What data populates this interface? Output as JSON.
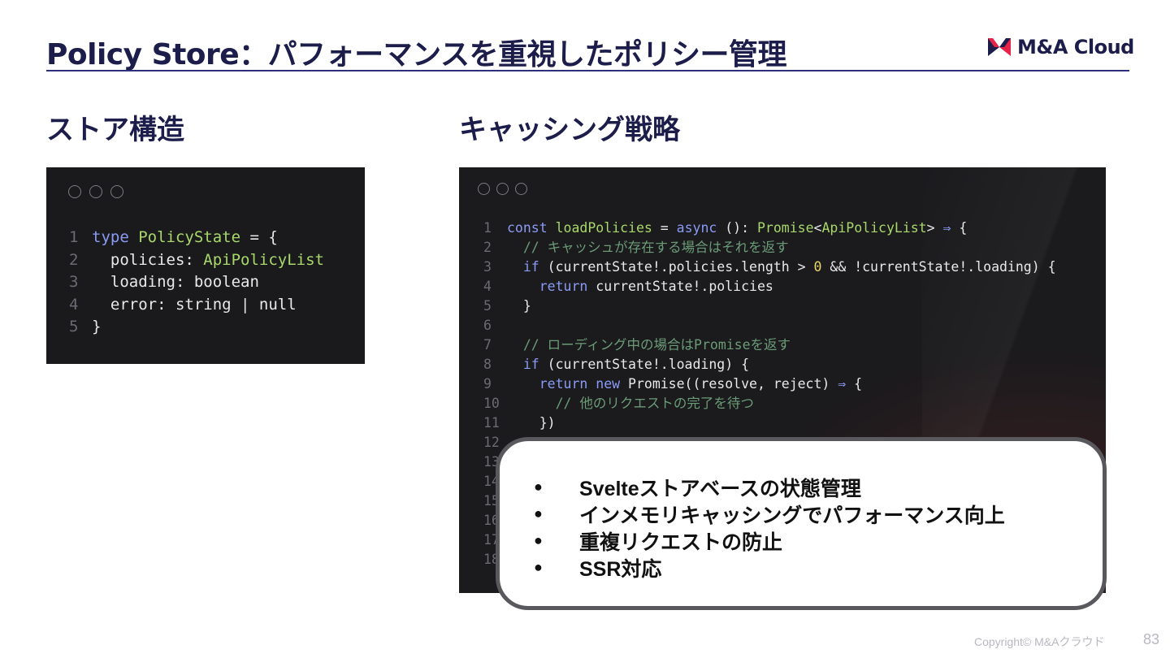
{
  "slide": {
    "title": "Policy Store：パフォーマンスを重視したポリシー管理",
    "logo_text": "M&A Cloud",
    "left_heading": "ストア構造",
    "right_heading": "キャッシング戦略",
    "copyright": "Copyright© M&Aクラウド",
    "page_number": "83"
  },
  "left_code": [
    {
      "n": "1",
      "parts": [
        [
          "kw",
          "type "
        ],
        [
          "ty",
          "PolicyState"
        ],
        [
          "fn",
          " = {"
        ]
      ]
    },
    {
      "n": "2",
      "parts": [
        [
          "fn",
          "  policies: "
        ],
        [
          "ty",
          "ApiPolicyList"
        ]
      ]
    },
    {
      "n": "3",
      "parts": [
        [
          "fn",
          "  loading: boolean"
        ]
      ]
    },
    {
      "n": "4",
      "parts": [
        [
          "fn",
          "  error: string | null"
        ]
      ]
    },
    {
      "n": "5",
      "parts": [
        [
          "fn",
          "}"
        ]
      ]
    }
  ],
  "right_code": [
    {
      "n": "1",
      "parts": [
        [
          "kw",
          "const "
        ],
        [
          "ty",
          "loadPolicies"
        ],
        [
          "fn",
          " = "
        ],
        [
          "kw",
          "async"
        ],
        [
          "fn",
          " (): "
        ],
        [
          "ty",
          "Promise"
        ],
        [
          "fn",
          "<"
        ],
        [
          "ty",
          "ApiPolicyList"
        ],
        [
          "fn",
          "> "
        ],
        [
          "op",
          "⇒"
        ],
        [
          "fn",
          " {"
        ]
      ]
    },
    {
      "n": "2",
      "parts": [
        [
          "cm",
          "  // キャッシュが存在する場合はそれを返す"
        ]
      ]
    },
    {
      "n": "3",
      "parts": [
        [
          "kw",
          "  if"
        ],
        [
          "fn",
          " (currentState!.policies.length > "
        ],
        [
          "num",
          "0"
        ],
        [
          "fn",
          " && !currentState!.loading) {"
        ]
      ]
    },
    {
      "n": "4",
      "parts": [
        [
          "kw",
          "    return"
        ],
        [
          "fn",
          " currentState!.policies"
        ]
      ]
    },
    {
      "n": "5",
      "parts": [
        [
          "fn",
          "  }"
        ]
      ]
    },
    {
      "n": "6",
      "parts": [
        [
          "fn",
          ""
        ]
      ]
    },
    {
      "n": "7",
      "parts": [
        [
          "cm",
          "  // ローディング中の場合はPromiseを返す"
        ]
      ]
    },
    {
      "n": "8",
      "parts": [
        [
          "kw",
          "  if"
        ],
        [
          "fn",
          " (currentState!.loading) {"
        ]
      ]
    },
    {
      "n": "9",
      "parts": [
        [
          "kw",
          "    return new"
        ],
        [
          "fn",
          " Promise((resolve, reject) "
        ],
        [
          "op",
          "⇒"
        ],
        [
          "fn",
          " {"
        ]
      ]
    },
    {
      "n": "10",
      "parts": [
        [
          "cm",
          "      // 他のリクエストの完了を待つ"
        ]
      ]
    },
    {
      "n": "11",
      "parts": [
        [
          "fn",
          "    })"
        ]
      ]
    },
    {
      "n": "12",
      "parts": [
        [
          "fn",
          ""
        ]
      ]
    },
    {
      "n": "13",
      "parts": [
        [
          "fn",
          ""
        ]
      ]
    },
    {
      "n": "14",
      "parts": [
        [
          "fn",
          ""
        ]
      ]
    },
    {
      "n": "15",
      "parts": [
        [
          "fn",
          ""
        ]
      ]
    },
    {
      "n": "16",
      "parts": [
        [
          "fn",
          ""
        ]
      ]
    },
    {
      "n": "17",
      "parts": [
        [
          "fn",
          ""
        ]
      ]
    },
    {
      "n": "18",
      "parts": [
        [
          "fn",
          ""
        ]
      ]
    }
  ],
  "callout_items": [
    "Svelteストアベースの状態管理",
    "インメモリキャッシングでパフォーマンス向上",
    "重複リクエストの防止",
    "SSR対応"
  ],
  "colors": {
    "brand_navy": "#1c1d4a",
    "brand_red": "#e8234a",
    "code_bg": "#1a1a1d"
  }
}
